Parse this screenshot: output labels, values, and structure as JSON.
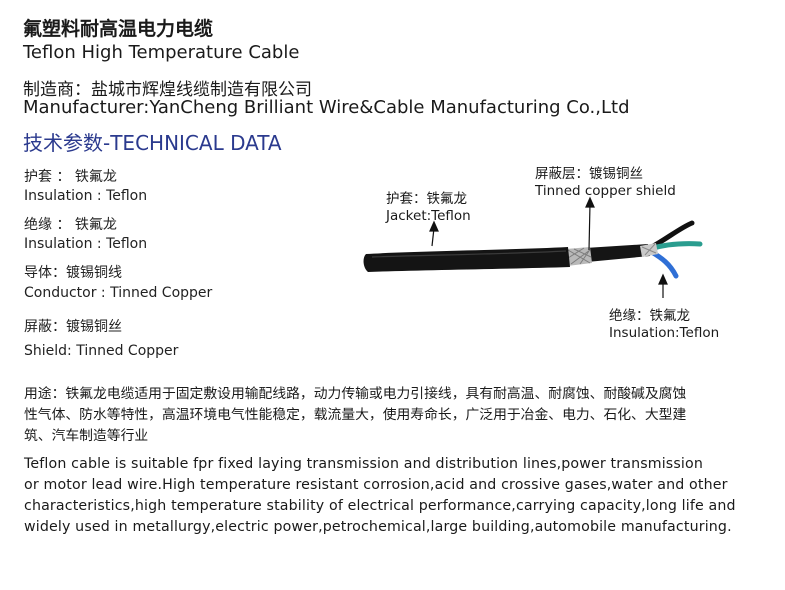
{
  "header": {
    "title_cn": "氟塑料耐高温电力电缆",
    "title_en": "Teflon High Temperature Cable",
    "manufacturer_cn": "制造商：盐城市辉煌线缆制造有限公司",
    "manufacturer_en": "Manufacturer:YanCheng Brilliant Wire&Cable Manufacturing Co.,Ltd",
    "technical_data": "技术参数-TECHNICAL DATA"
  },
  "specs": [
    {
      "cn": "护套 ： 铁氟龙",
      "en": "Insulation : Teflon"
    },
    {
      "cn": "绝缘 ： 铁氟龙",
      "en": "Insulation : Teflon"
    },
    {
      "cn": "导体：镀锡铜线",
      "en": "Conductor : Tinned Copper"
    },
    {
      "cn": "屏蔽：镀锡铜丝",
      "en": "Shield: Tinned Copper"
    }
  ],
  "callouts": {
    "jacket": {
      "cn": "护套：铁氟龙",
      "en": "Jacket:Teflon"
    },
    "shield": {
      "cn": "屏蔽层：镀锡铜丝",
      "en": "Tinned copper shield"
    },
    "insulation": {
      "cn": "绝缘：铁氟龙",
      "en": "Insulation:Teflon"
    }
  },
  "usage": {
    "cn_lines": [
      "用途：铁氟龙电缆适用于固定敷设用输配线路，动力传输或电力引接线，具有耐高温、耐腐蚀、耐酸碱及腐蚀",
      "性气体、防水等特性，高温环境电气性能稳定，载流量大，使用寿命长，广泛用于冶金、电力、石化、大型建",
      "筑、汽车制造等行业"
    ],
    "en_lines": [
      "Teflon cable is suitable fpr fixed laying transmission and distribution lines,power transmission",
      "or motor lead wire.High temperature resistant corrosion,acid and crossive gases,water and other",
      "characteristics,high temperature stability of electrical performance,carrying capacity,long life and",
      "widely used in metallurgy,electric power,petrochemical,large building,automobile manufacturing."
    ]
  },
  "colors": {
    "heading_blue": "#2b3a8e",
    "jacket": "#141414",
    "shield": "#b9b9b9",
    "core_teal": "#2a9d8f",
    "core_blue": "#2f6fd6",
    "core_black": "#111111"
  }
}
